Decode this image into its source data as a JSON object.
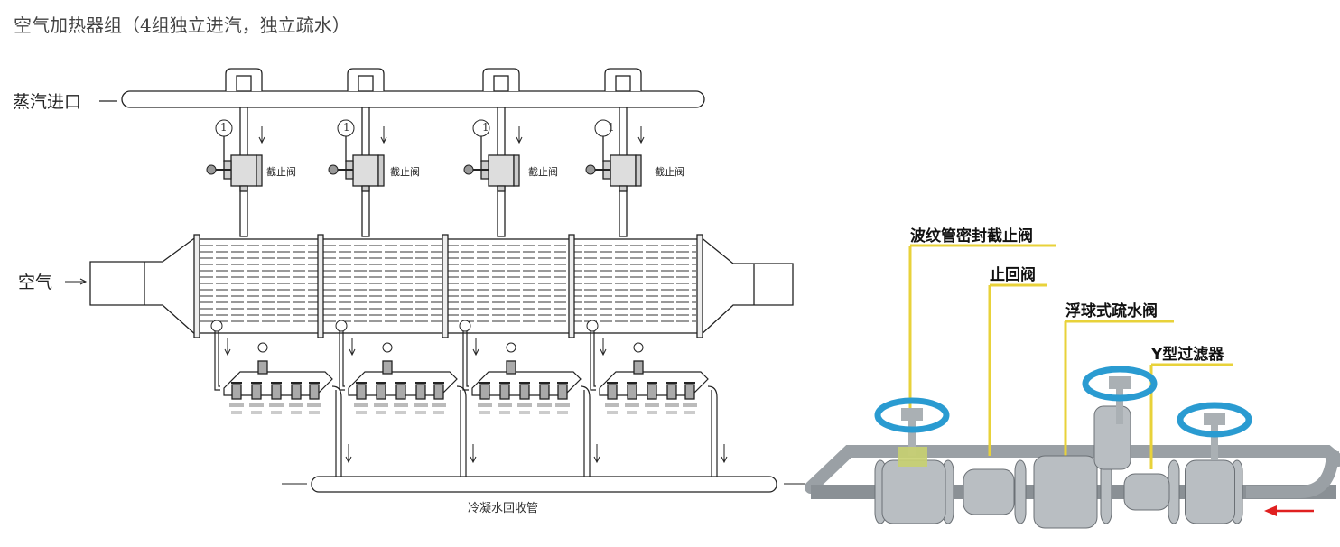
{
  "diagram": {
    "title": "空气加热器组（4组独立进汽，独立疏水）",
    "steam_inlet_label": "蒸汽进口",
    "air_label": "空气",
    "condensate_pipe_label": "冷凝水回收管",
    "globe_valve_label": "截止阀",
    "branch_marker": "1",
    "branch_count": 4
  },
  "photo": {
    "labels": [
      "波纹管密封截止阀",
      "止回阀",
      "浮球式疏水阀",
      "Y型过滤器"
    ],
    "leader_color": "#e8d23a",
    "handwheel_color": "#2a9bd1",
    "flow_arrow_color": "#e02020"
  }
}
